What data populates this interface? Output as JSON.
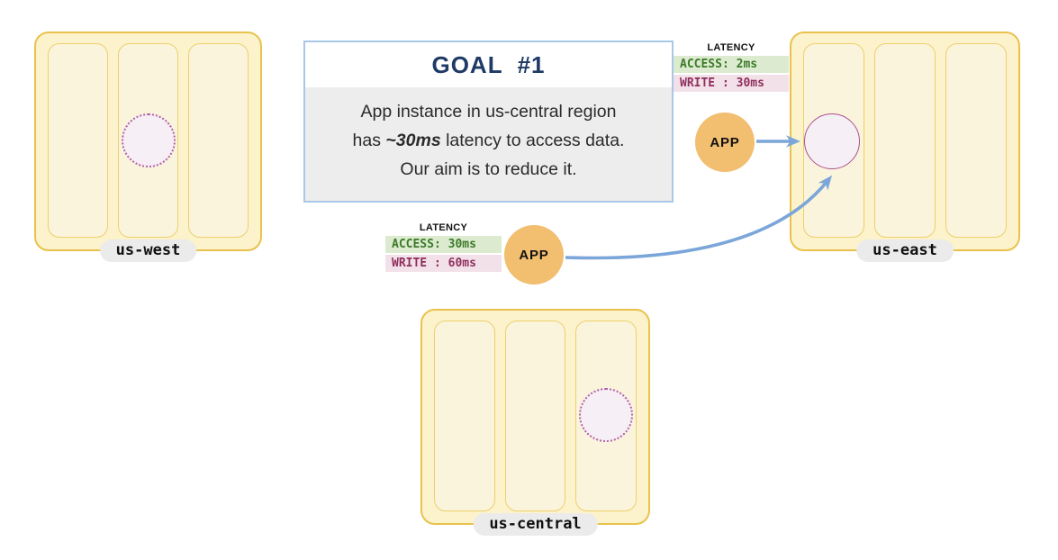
{
  "goal_card": {
    "title": "GOAL  #1",
    "body_line1": "App instance in us-central region",
    "body_line2_prefix": "has ",
    "body_line2_highlight": "~30ms",
    "body_line2_suffix": " latency to access data.",
    "body_line3": "Our aim is to reduce it."
  },
  "regions": {
    "us_west": {
      "label": "us-west"
    },
    "us_east": {
      "label": "us-east"
    },
    "us_central": {
      "label": "us-central"
    }
  },
  "app_instances": {
    "east": {
      "label": "APP"
    },
    "central": {
      "label": "APP"
    }
  },
  "latency_panels": {
    "east": {
      "title": "LATENCY",
      "access": "ACCESS: 2ms",
      "write": "WRITE : 30ms"
    },
    "central": {
      "title": "LATENCY",
      "access": "ACCESS: 30ms",
      "write": "WRITE : 60ms"
    }
  },
  "colors": {
    "region_border": "#E9C24D",
    "region_fill": "#FCF2CC",
    "zone_border": "#EDD06E",
    "zone_fill": "#FBF4DC",
    "label_pill_bg": "#EBEBEB",
    "goal_border": "#A9C7E7",
    "goal_title": "#1E3A66",
    "goal_body_bg": "#EDEDED",
    "access_bg": "#DCEBD0",
    "access_text": "#3C7A28",
    "write_bg": "#F3E1EA",
    "write_text": "#8E2F5C",
    "app_fill": "#F2BE70",
    "arrow": "#7AA6D9",
    "data_fill": "#F6EFF5",
    "data_border": "#A8538C",
    "data_border_dotted": "#B364A0"
  }
}
